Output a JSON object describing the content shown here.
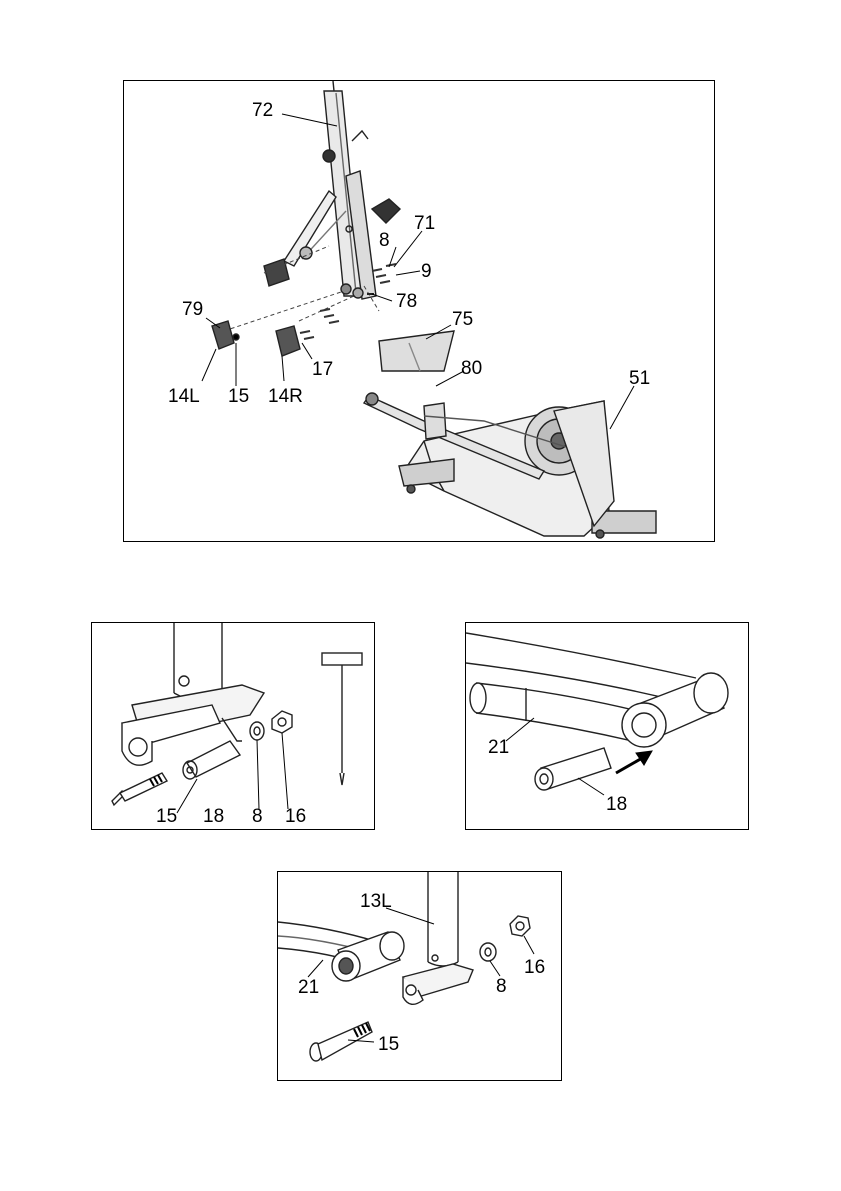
{
  "figures": {
    "main": {
      "labels": {
        "p72": "72",
        "p71": "71",
        "p8": "8",
        "p9": "9",
        "p78": "78",
        "p79": "79",
        "p75": "75",
        "p17": "17",
        "p80": "80",
        "p51": "51",
        "p14L": "14L",
        "p15": "15",
        "p14R": "14R"
      }
    },
    "detail_left": {
      "labels": {
        "p15": "15",
        "p18": "18",
        "p8": "8",
        "p16": "16"
      }
    },
    "detail_right": {
      "labels": {
        "p21": "21",
        "p18": "18"
      }
    },
    "detail_bottom": {
      "labels": {
        "p13L": "13L",
        "p21": "21",
        "p8": "8",
        "p16": "16",
        "p15": "15"
      }
    }
  }
}
